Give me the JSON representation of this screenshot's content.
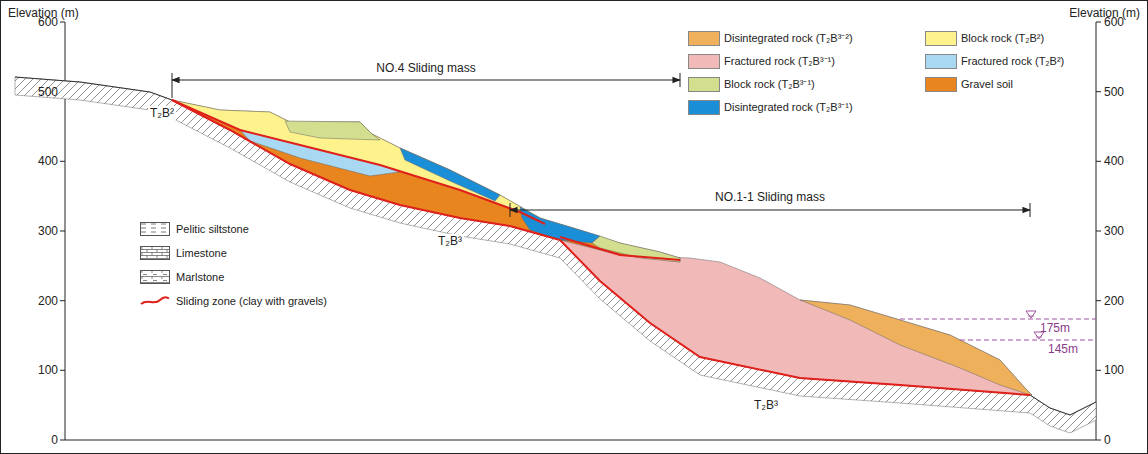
{
  "diagram": {
    "labels": [
      "Elevation (m)",
      "600",
      "500",
      "400",
      "300",
      "200",
      "100",
      "0",
      "Elevation (m)",
      "600",
      "500",
      "400",
      "300",
      "200",
      "100",
      "0",
      "NO.4 Sliding mass",
      "NO.1-1 Sliding mass",
      "T₂B²",
      "T₂B³",
      "T₂B³",
      "175m",
      "145m"
    ],
    "legend": [
      {
        "text": "Disintegrated rock (T₂B³⁻²)",
        "color": "#eeb05a"
      },
      {
        "text": "Block rock (T₂B²)",
        "color": "#fdf28c"
      },
      {
        "text": "Fractured rock (T₂B³⁻¹)",
        "color": "#f2b9b9"
      },
      {
        "text": "Fractured rock (T₂B²)",
        "color": "#a9d9f2"
      },
      {
        "text": "Block rock (T₂B³⁻¹)",
        "color": "#d3df8e"
      },
      {
        "text": "Gravel soil",
        "color": "#e8851f"
      },
      {
        "text": "Disintegrated rock (T₂B³⁻¹)",
        "color": "#1a8fd8"
      },
      {
        "text": "Pelitic siltstone"
      },
      {
        "text": "Limestone"
      },
      {
        "text": "Marlstone"
      },
      {
        "text": "Sliding zone (clay with gravels)"
      }
    ]
  }
}
